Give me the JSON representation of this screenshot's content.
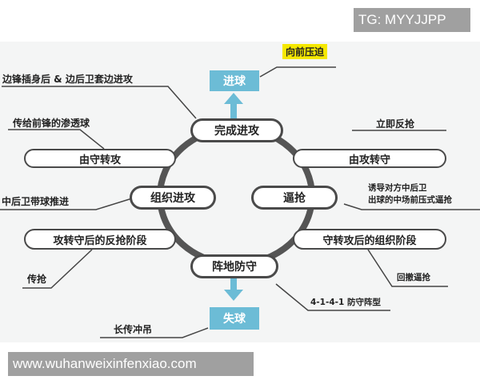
{
  "watermarks": {
    "top": "TG: MYYJJPP",
    "bottom": "www.wuhanweixinfenxiao.com"
  },
  "diagram": {
    "type": "cycle",
    "colors": {
      "ring": "#555555",
      "outcome_box": "#6cbcd6",
      "highlight": "#f5e800",
      "background": "#f4f5f5"
    },
    "outcomes": {
      "goal_scored": "进球",
      "goal_conceded": "失球"
    },
    "phases": {
      "finish_attack": "完成进攻",
      "organize_attack": "组织进攻",
      "press": "逼抢",
      "set_defense": "阵地防守"
    },
    "transitions": {
      "def_to_att": "由守转攻",
      "att_to_def": "由攻转守",
      "counterpress_phase": "攻转守后的反抢阶段",
      "organize_phase": "守转攻后的组织阶段"
    },
    "annotations": {
      "high_press": "向前压迫",
      "winger_overlap": "边锋插身后 & 边后卫套边进攻",
      "through_pass": "传给前锋的渗透球",
      "immediate_counterpress": "立即反抢",
      "cb_carry": "中后卫带球推进",
      "press_line1": "诱导对方中后卫",
      "press_line2": "出球的中场前压式逼抢",
      "pass_press": "传抢",
      "retreat_press": "回撤逼抢",
      "formation": "4-1-4-1 防守阵型",
      "long_ball": "长传冲吊"
    }
  }
}
